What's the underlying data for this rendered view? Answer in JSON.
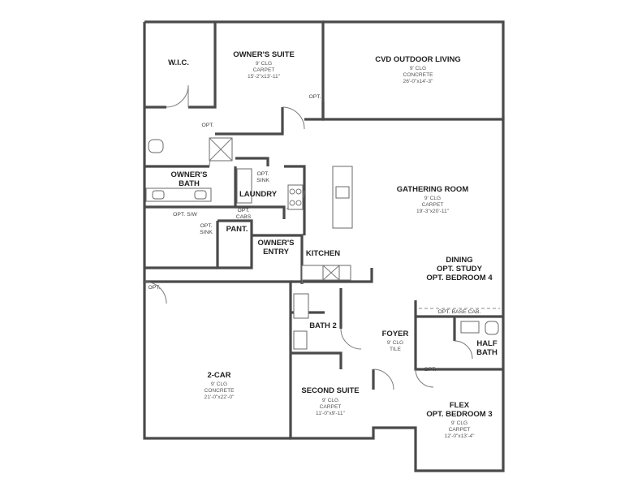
{
  "rooms": {
    "wic": {
      "name": "W.I.C."
    },
    "owners_suite": {
      "name": "OWNER'S SUITE",
      "clg": "9' CLG",
      "floor": "CARPET",
      "size": "15'-2\"x13'-11\""
    },
    "outdoor": {
      "name": "CVD OUTDOOR LIVING",
      "clg": "9' CLG",
      "floor": "CONCRETE",
      "size": "26'-0\"x14'-3\""
    },
    "owners_bath": {
      "line1": "OWNER'S",
      "line2": "BATH"
    },
    "laundry": {
      "name": "LAUNDRY"
    },
    "gathering": {
      "name": "GATHERING ROOM",
      "clg": "9' CLG",
      "floor": "CARPET",
      "size": "19'-3\"x20'-11\""
    },
    "pantry": {
      "name": "PANT."
    },
    "owners_entry": {
      "line1": "OWNER'S",
      "line2": "ENTRY"
    },
    "kitchen": {
      "name": "KITCHEN"
    },
    "dining": {
      "line1": "DINING",
      "line2": "OPT. STUDY",
      "line3": "OPT. BEDROOM 4"
    },
    "bath2": {
      "name": "BATH 2"
    },
    "foyer": {
      "name": "FOYER",
      "clg": "9' CLG",
      "floor": "TILE"
    },
    "half_bath": {
      "line1": "HALF",
      "line2": "BATH"
    },
    "garage": {
      "name": "2-CAR",
      "clg": "9' CLG",
      "floor": "CONCRETE",
      "size": "21'-0\"x22'-0\""
    },
    "second_suite": {
      "name": "SECOND SUITE",
      "clg": "9' CLG",
      "floor": "CARPET",
      "size": "11'-0\"x9'-11\""
    },
    "flex": {
      "line1": "FLEX",
      "line2": "OPT. BEDROOM 3",
      "clg": "9' CLG",
      "floor": "CARPET",
      "size": "12'-0\"x13'-4\""
    }
  },
  "notes": {
    "opt_outdoor": "OPT.",
    "opt_suite_door": "OPT.",
    "opt_sink_laundry_1": "OPT.",
    "opt_sink_laundry_2": "SINK",
    "opt_cabs_1": "OPT.",
    "opt_cabs_2": "CABS",
    "opt_sw": "OPT. S/W",
    "opt_sink_garage_1": "OPT.",
    "opt_sink_garage_2": "SINK",
    "opt_garage_door": "OPT.",
    "opt_base_cab": "OPT. BASE CAB.",
    "opt_flex_door": "OPT."
  }
}
